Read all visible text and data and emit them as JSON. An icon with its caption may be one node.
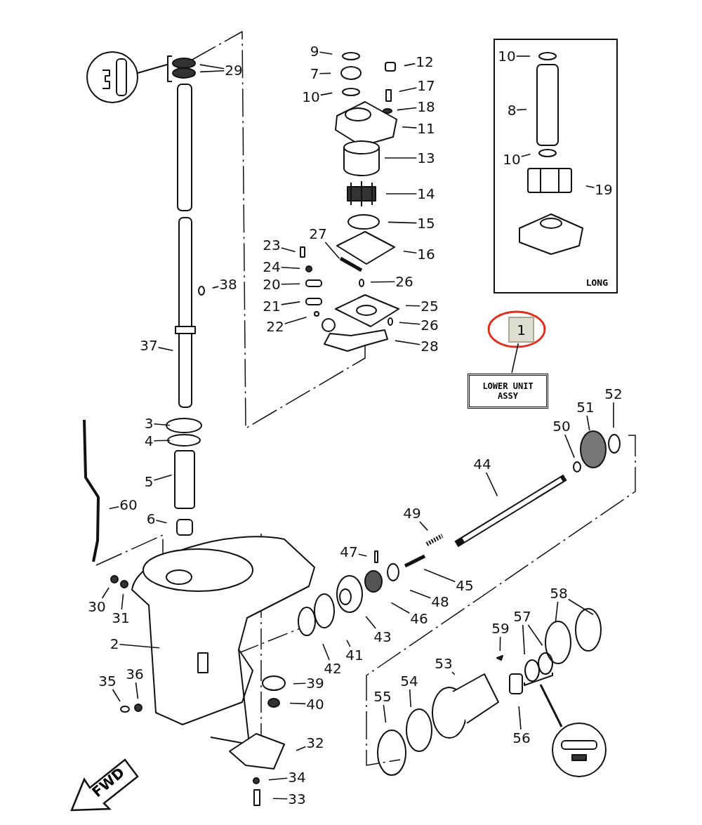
{
  "diagram": {
    "nodes": [
      {
        "text": [
          "29"
        ]
      },
      {
        "text": [
          "9"
        ]
      },
      {
        "text": [
          "7"
        ]
      },
      {
        "text": [
          "10"
        ]
      },
      {
        "text": [
          "12"
        ]
      },
      {
        "text": [
          "17"
        ]
      },
      {
        "text": [
          "18"
        ]
      },
      {
        "text": [
          "11"
        ]
      },
      {
        "text": [
          "13"
        ]
      },
      {
        "text": [
          "14"
        ]
      },
      {
        "text": [
          "15"
        ]
      },
      {
        "text": [
          "16"
        ]
      },
      {
        "text": [
          "LONG"
        ]
      },
      {
        "text": [
          "10"
        ],
        "in": 12
      },
      {
        "text": [
          "8"
        ],
        "in": 12
      },
      {
        "text": [
          "10"
        ],
        "in": 12
      },
      {
        "text": [
          "19"
        ],
        "in": 12
      },
      {
        "text": [
          "27"
        ]
      },
      {
        "text": [
          "23"
        ]
      },
      {
        "text": [
          "24"
        ]
      },
      {
        "text": [
          "38"
        ]
      },
      {
        "text": [
          "20"
        ]
      },
      {
        "text": [
          "26"
        ]
      },
      {
        "text": [
          "21"
        ]
      },
      {
        "text": [
          "25"
        ]
      },
      {
        "text": [
          "22"
        ]
      },
      {
        "text": [
          "26"
        ]
      },
      {
        "text": [
          "1"
        ]
      },
      {
        "text": [
          "LOWER UNIT ASSY"
        ]
      },
      {
        "text": [
          "28"
        ]
      },
      {
        "text": [
          "37"
        ]
      },
      {
        "text": [
          "52"
        ]
      },
      {
        "text": [
          "51"
        ]
      },
      {
        "text": [
          "3"
        ]
      },
      {
        "text": [
          "50"
        ]
      },
      {
        "text": [
          "4"
        ]
      },
      {
        "text": [
          "44"
        ]
      },
      {
        "text": [
          "5"
        ]
      },
      {
        "text": [
          "60"
        ]
      },
      {
        "text": [
          "49"
        ]
      },
      {
        "text": [
          "6"
        ]
      },
      {
        "text": [
          "47"
        ]
      },
      {
        "text": [
          "45"
        ]
      },
      {
        "text": [
          "48"
        ]
      },
      {
        "text": [
          "46"
        ]
      },
      {
        "text": [
          "30"
        ]
      },
      {
        "text": [
          "31"
        ]
      },
      {
        "text": [
          "43"
        ]
      },
      {
        "text": [
          "58"
        ]
      },
      {
        "text": [
          "57"
        ]
      },
      {
        "text": [
          "41"
        ]
      },
      {
        "text": [
          "2"
        ]
      },
      {
        "text": [
          "59"
        ]
      },
      {
        "text": [
          "42"
        ]
      },
      {
        "text": [
          "53"
        ]
      },
      {
        "text": [
          "35"
        ]
      },
      {
        "text": [
          "36"
        ]
      },
      {
        "text": [
          "54"
        ]
      },
      {
        "text": [
          "39"
        ]
      },
      {
        "text": [
          "55"
        ]
      },
      {
        "text": [
          "40"
        ]
      },
      {
        "text": [
          "56"
        ]
      },
      {
        "text": [
          "32"
        ]
      },
      {
        "text": [
          "34"
        ]
      },
      {
        "text": [
          "33"
        ]
      },
      {
        "text": [
          "FWD"
        ]
      }
    ],
    "edges": [
      {
        "from": 0,
        "to": null,
        "arrow": "none"
      },
      {
        "from": 0,
        "to": null,
        "arrow": "none"
      },
      {
        "from": 1,
        "to": null,
        "arrow": "none"
      },
      {
        "from": 2,
        "to": null,
        "arrow": "none"
      },
      {
        "from": 3,
        "to": null,
        "arrow": "none"
      },
      {
        "from": 4,
        "to": null,
        "arrow": "none"
      },
      {
        "from": 5,
        "to": null,
        "arrow": "none"
      },
      {
        "from": 6,
        "to": null,
        "arrow": "none"
      },
      {
        "from": 7,
        "to": null,
        "arrow": "none"
      },
      {
        "from": 8,
        "to": null,
        "arrow": "none"
      },
      {
        "from": 9,
        "to": null,
        "arrow": "none"
      },
      {
        "from": 10,
        "to": null,
        "arrow": "none"
      },
      {
        "from": 11,
        "to": null,
        "arrow": "none"
      },
      {
        "from": 13,
        "to": null,
        "arrow": "none"
      },
      {
        "from": 14,
        "to": null,
        "arrow": "none"
      },
      {
        "from": 15,
        "to": null,
        "arrow": "none"
      },
      {
        "from": 16,
        "to": null,
        "arrow": "none"
      },
      {
        "from": 17,
        "to": null,
        "arrow": "none"
      },
      {
        "from": 18,
        "to": null,
        "arrow": "none"
      },
      {
        "from": 19,
        "to": null,
        "arrow": "none"
      },
      {
        "from": 20,
        "to": null,
        "arrow": "none"
      },
      {
        "from": 21,
        "to": null,
        "arrow": "none"
      },
      {
        "from": 22,
        "to": null,
        "arrow": "none"
      },
      {
        "from": 23,
        "to": null,
        "arrow": "none"
      },
      {
        "from": 24,
        "to": null,
        "arrow": "none"
      },
      {
        "from": 25,
        "to": null,
        "arrow": "none"
      },
      {
        "from": 26,
        "to": null,
        "arrow": "none"
      },
      {
        "from": 27,
        "to": 28,
        "arrow": "none"
      },
      {
        "from": 29,
        "to": null,
        "arrow": "none"
      },
      {
        "from": 30,
        "to": null,
        "arrow": "none"
      },
      {
        "from": 31,
        "to": null,
        "arrow": "none"
      },
      {
        "from": 32,
        "to": null,
        "arrow": "none"
      },
      {
        "from": 33,
        "to": null,
        "arrow": "none"
      },
      {
        "from": 34,
        "to": null,
        "arrow": "none"
      },
      {
        "from": 35,
        "to": null,
        "arrow": "none"
      },
      {
        "from": 36,
        "to": null,
        "arrow": "none"
      },
      {
        "from": 37,
        "to": null,
        "arrow": "none"
      },
      {
        "from": 38,
        "to": null,
        "arrow": "none"
      },
      {
        "from": 39,
        "to": null,
        "arrow": "none"
      },
      {
        "from": 40,
        "to": null,
        "arrow": "none"
      },
      {
        "from": 41,
        "to": null,
        "arrow": "none"
      },
      {
        "from": 42,
        "to": null,
        "arrow": "none"
      },
      {
        "from": 43,
        "to": null,
        "arrow": "none"
      },
      {
        "from": 44,
        "to": null,
        "arrow": "none"
      },
      {
        "from": 45,
        "to": null,
        "arrow": "none"
      },
      {
        "from": 46,
        "to": null,
        "arrow": "none"
      },
      {
        "from": 47,
        "to": null,
        "arrow": "none"
      },
      {
        "from": 48,
        "to": null,
        "arrow": "none"
      },
      {
        "from": 48,
        "to": null,
        "arrow": "none"
      },
      {
        "from": 49,
        "to": null,
        "arrow": "none"
      },
      {
        "from": 49,
        "to": null,
        "arrow": "none"
      },
      {
        "from": 50,
        "to": null,
        "arrow": "none"
      },
      {
        "from": 51,
        "to": null,
        "arrow": "none"
      },
      {
        "from": 52,
        "to": null,
        "arrow": "none"
      },
      {
        "from": 53,
        "to": null,
        "arrow": "none"
      },
      {
        "from": 54,
        "to": null,
        "arrow": "none"
      },
      {
        "from": 55,
        "to": null,
        "arrow": "none"
      },
      {
        "from": 56,
        "to": null,
        "arrow": "none"
      },
      {
        "from": 57,
        "to": null,
        "arrow": "none"
      },
      {
        "from": 58,
        "to": null,
        "arrow": "none"
      },
      {
        "from": 59,
        "to": null,
        "arrow": "none"
      },
      {
        "from": 60,
        "to": null,
        "arrow": "none"
      },
      {
        "from": 61,
        "to": null,
        "arrow": "none"
      },
      {
        "from": 62,
        "to": null,
        "arrow": "none"
      },
      {
        "from": 63,
        "to": null,
        "arrow": "none"
      },
      {
        "from": 64,
        "to": null,
        "arrow": "none"
      }
    ]
  }
}
